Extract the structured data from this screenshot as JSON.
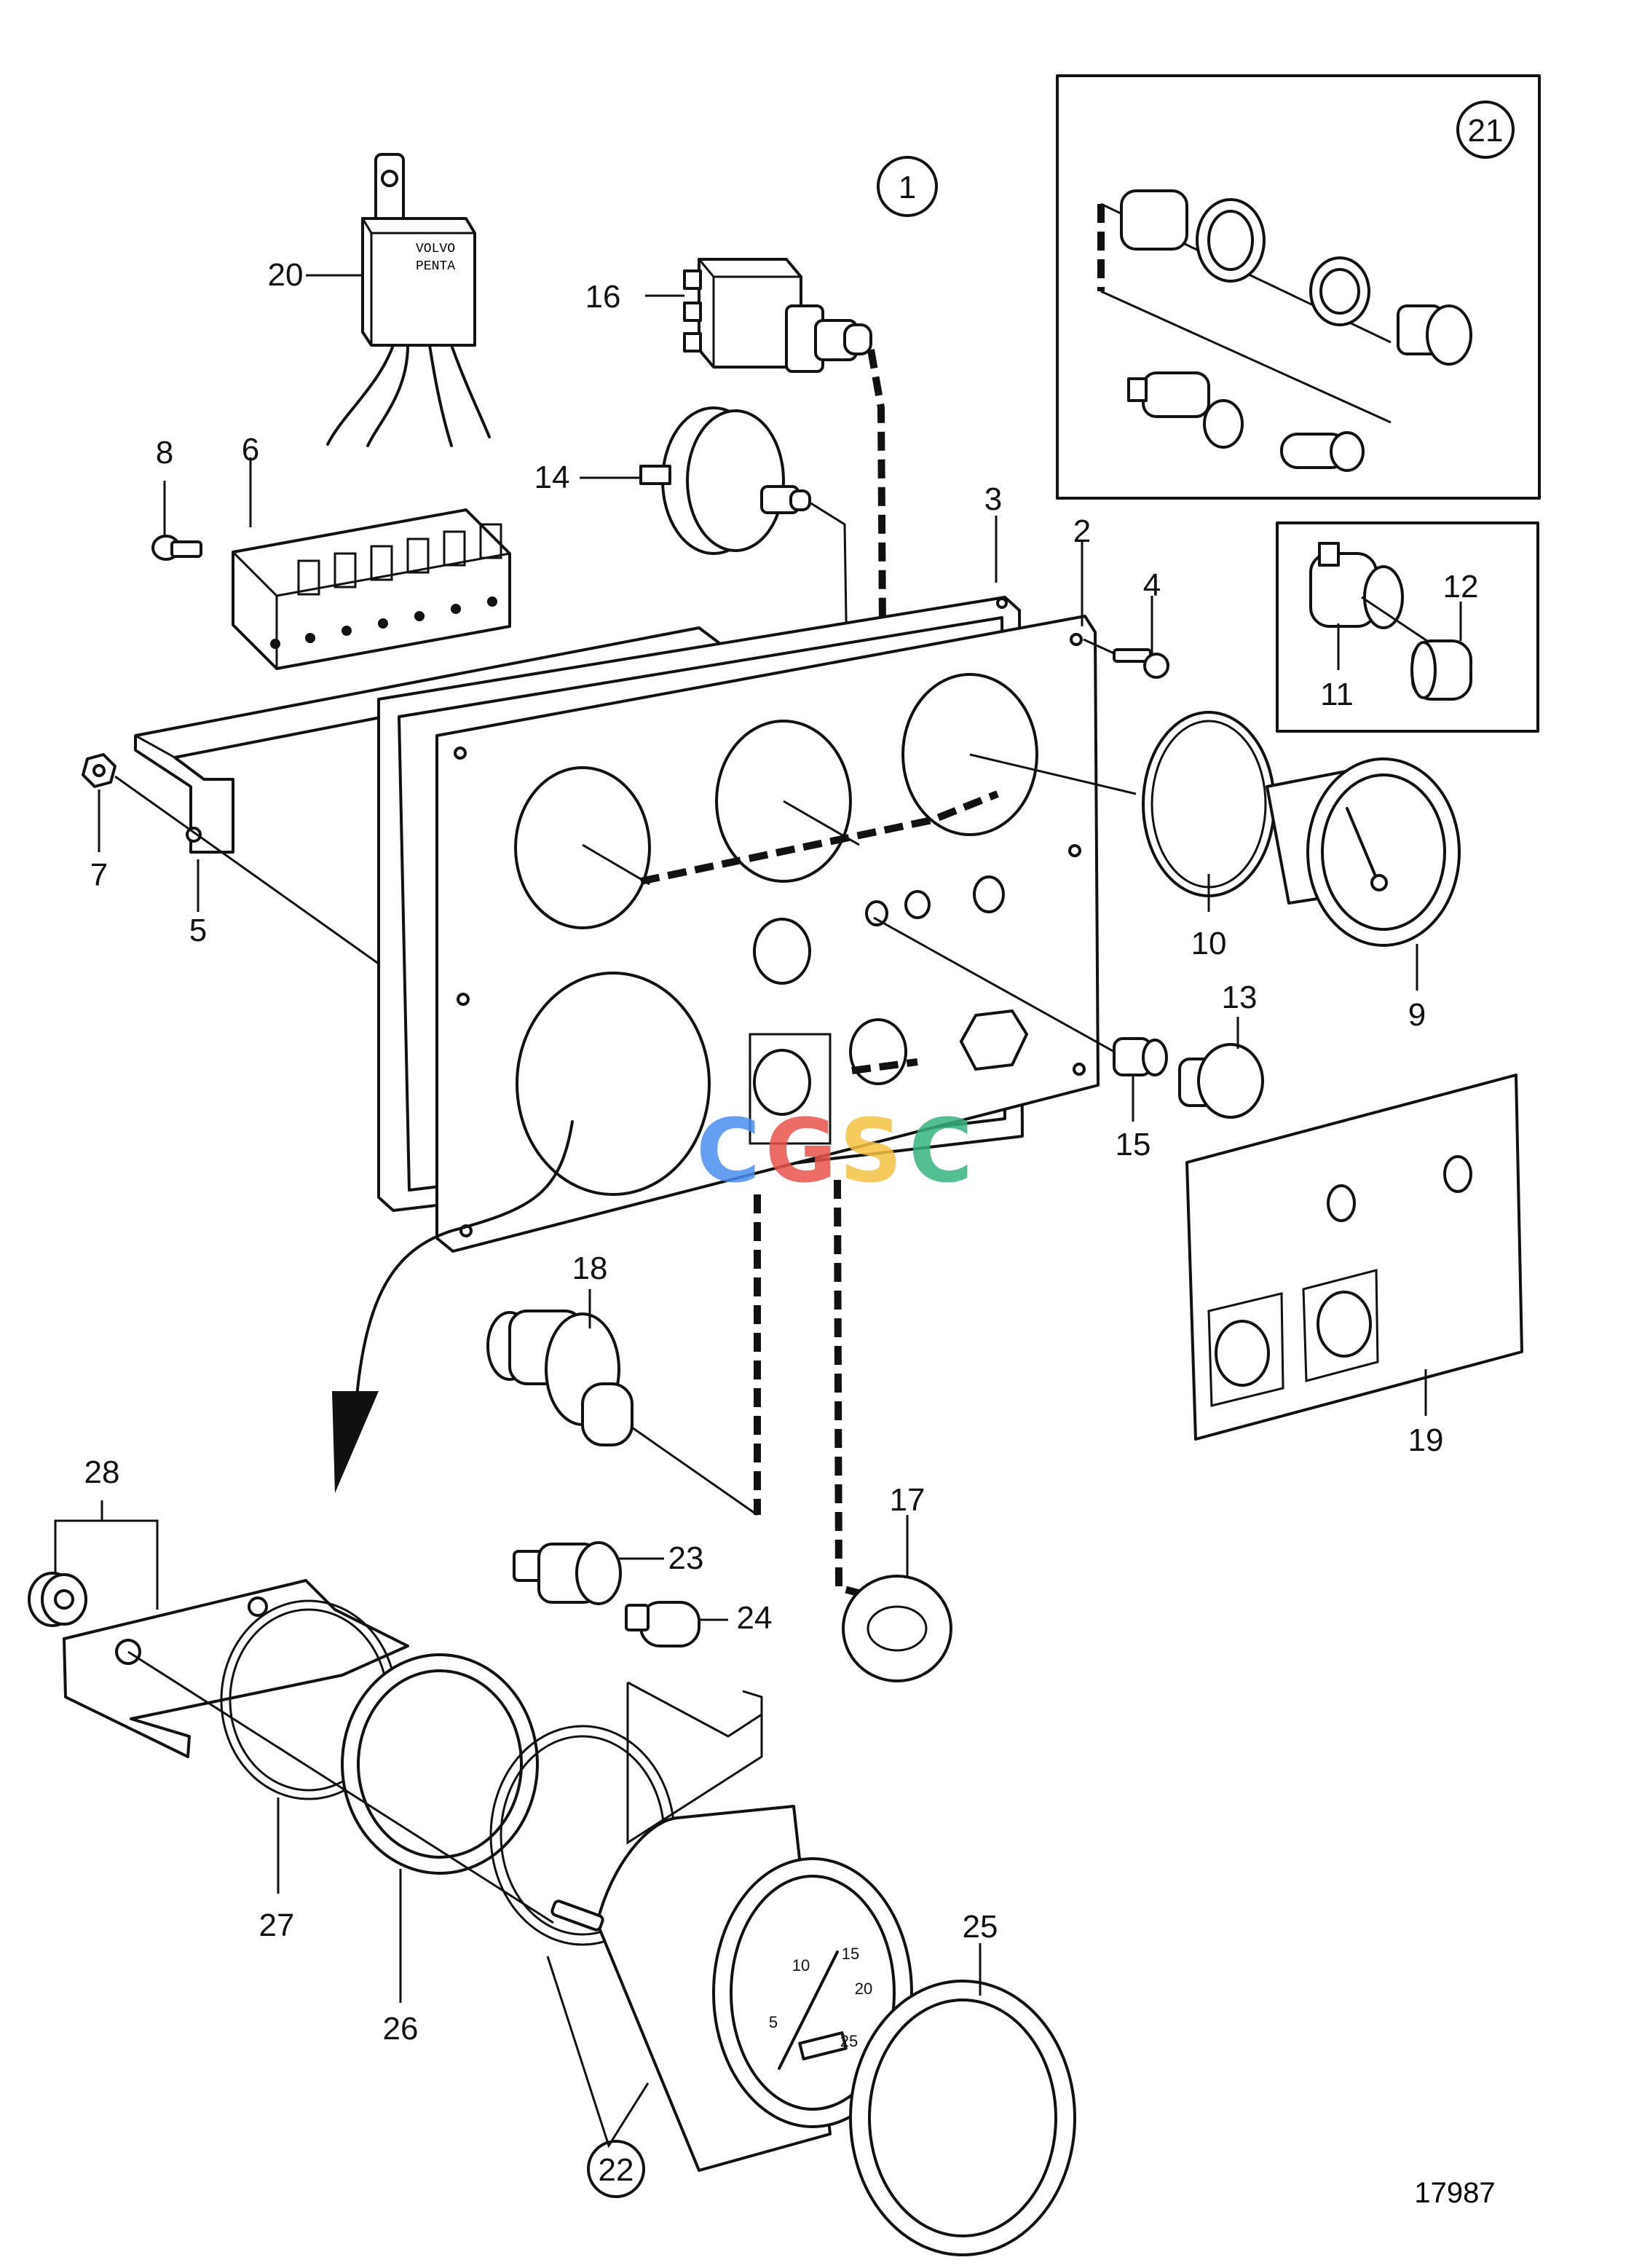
{
  "diagram": {
    "part_labels": [
      "1",
      "2",
      "3",
      "4",
      "5",
      "6",
      "7",
      "8",
      "9",
      "10",
      "11",
      "12",
      "13",
      "14",
      "15",
      "16",
      "17",
      "18",
      "19",
      "20",
      "21",
      "22",
      "23",
      "24",
      "25",
      "26",
      "27",
      "28"
    ],
    "gauge_dial_numbers": [
      "5",
      "10",
      "15",
      "20",
      "25"
    ],
    "relay_text": [
      "VOLVO",
      "PENTA"
    ],
    "figure_number": "17987",
    "watermark": {
      "letters": [
        "C",
        "G",
        "S",
        "C"
      ],
      "colors": [
        "#4a8ff0",
        "#e8534a",
        "#f5c242",
        "#36b37e"
      ]
    }
  }
}
